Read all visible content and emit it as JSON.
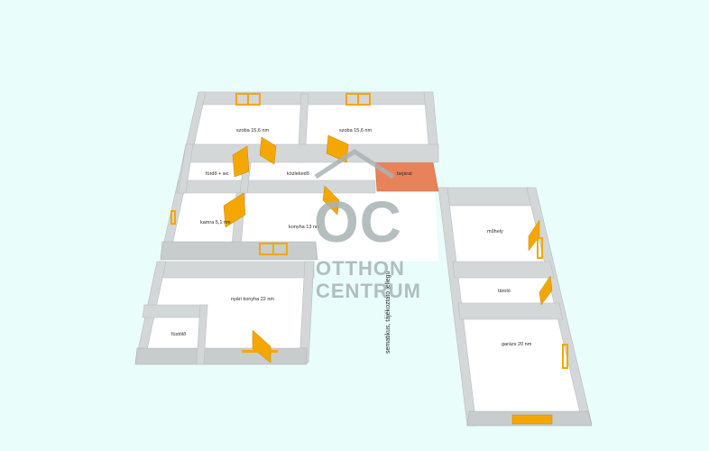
{
  "plan": {
    "rooms": {
      "szoba1": "szoba 15,6 nm",
      "szoba2": "szoba 15,6 nm",
      "furdo": "fürdő + wc",
      "kozlekedo": "közlekedő",
      "bejarat": "bejárat",
      "kamra": "kamra 5,1 nm",
      "konyha": "konyha 13 nm",
      "nyari_konyha": "nyári konyha 22 nm",
      "fustolo": "füstölő",
      "muhely": "műhely",
      "tarolo": "tároló",
      "garazs": "garázs 20 nm"
    },
    "rotated_note": "sematikus, tájékoztató jellegű"
  },
  "watermark": {
    "monogram": "OC",
    "line1": "OTTHON",
    "line2": "CENTRUM"
  },
  "colors": {
    "background": "#e9fdfb",
    "wall": "#d4d7d8",
    "door": "#f4a700",
    "entrance": "#e8825a"
  }
}
